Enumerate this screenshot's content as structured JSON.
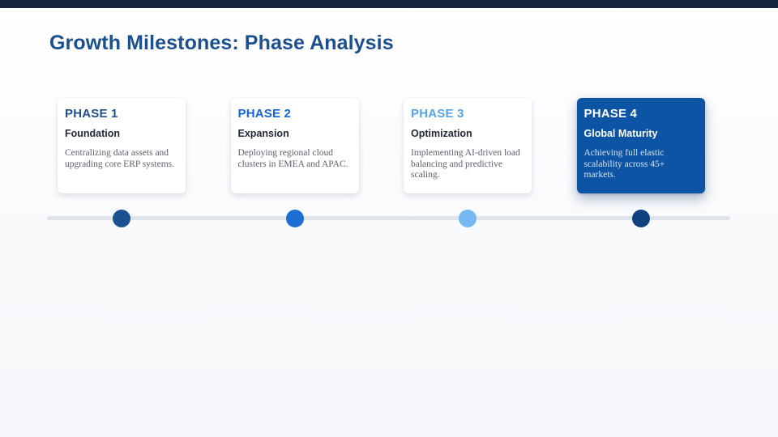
{
  "slide": {
    "title": "Growth Milestones: Phase Analysis",
    "title_color": "#1b4f8f",
    "top_bar_color": "#17243d",
    "background_top": "#ffffff",
    "background_bottom": "#f4f6f9",
    "timeline": {
      "track_color": "#dfe4ea"
    },
    "phases": [
      {
        "label": "PHASE 1",
        "subtitle": "Foundation",
        "description": "Centralizing data assets and upgrading core ERP systems.",
        "label_color": "#1d4f8f",
        "dot_color": "#1a5191",
        "card_bg": "#ffffff",
        "highlighted": false
      },
      {
        "label": "PHASE 2",
        "subtitle": "Expansion",
        "description": "Deploying regional cloud clusters in EMEA and APAC.",
        "label_color": "#1565d8",
        "dot_color": "#1e6fd4",
        "card_bg": "#ffffff",
        "highlighted": false
      },
      {
        "label": "PHASE 3",
        "subtitle": "Optimization",
        "description": "Implementing AI-driven load balancing and predictive scaling.",
        "label_color": "#56a3e6",
        "dot_color": "#76b9f2",
        "card_bg": "#ffffff",
        "highlighted": false
      },
      {
        "label": "PHASE 4",
        "subtitle": "Global Maturity",
        "description": "Achieving full elastic scalability across 45+ markets.",
        "label_color": "#ffffff",
        "dot_color": "#11407e",
        "card_bg": "#0d55a4",
        "highlighted": true
      }
    ]
  }
}
